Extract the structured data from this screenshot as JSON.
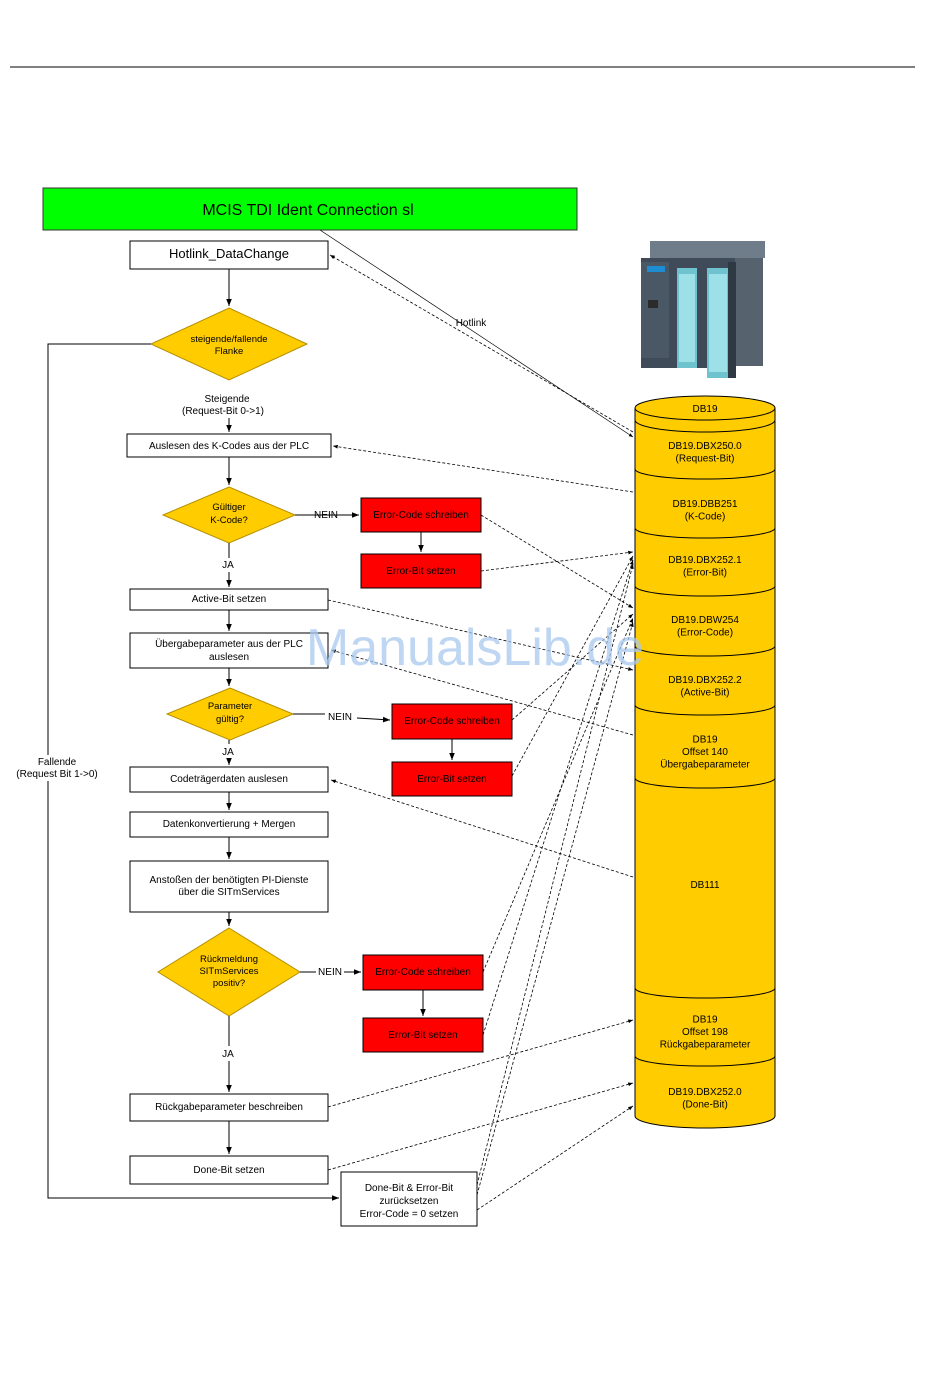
{
  "header": {
    "title": "MCIS TDI Ident Connection sl",
    "title_color": "#00ff00"
  },
  "plc": {
    "icon": "plc-device-icon"
  },
  "flow": {
    "hotlink": "Hotlink_DataChange",
    "flank_question": [
      "steigende/fallende",
      "Flanke"
    ],
    "rising_label": [
      "Steigende",
      "(Request-Bit 0->1)"
    ],
    "falling_label": [
      "Fallende",
      "(Request Bit 1->0)"
    ],
    "read_kcode": "Auslesen des K-Codes aus der PLC",
    "valid_kcode": [
      "Gültiger",
      "K-Code?"
    ],
    "nein1": "NEIN",
    "ja1": "JA",
    "error_code_1": "Error-Code schreiben",
    "error_bit_1": "Error-Bit setzen",
    "active_bit": "Active-Bit setzen",
    "read_params": [
      "Übergabeparameter aus der PLC",
      "auslesen"
    ],
    "params_valid": [
      "Parameter",
      "gültig?"
    ],
    "nein2": "NEIN",
    "ja2": "JA",
    "error_code_2": "Error-Code schreiben",
    "error_bit_2": "Error-Bit setzen",
    "read_carrier": "Codeträgerdaten auslesen",
    "convert": "Datenkonvertierung + Mergen",
    "trigger": [
      "Anstoßen der benötigten PI-Dienste",
      "über die SITmServices"
    ],
    "feedback": [
      "Rückmeldung",
      "SITmServices",
      "positiv?"
    ],
    "nein3": "NEIN",
    "ja3": "JA",
    "error_code_3": "Error-Code schreiben",
    "error_bit_3": "Error-Bit setzen",
    "write_return": "Rückgabeparameter beschreiben",
    "done_bit": "Done-Bit setzen",
    "reset": [
      "Done-Bit & Error-Bit",
      "zurücksetzen",
      "Error-Code = 0 setzen"
    ],
    "hotlink_label": "Hotlink"
  },
  "db_cylinder": {
    "color": "#ffcc00",
    "top_label": "DB19",
    "segments": [
      [
        "DB19.DBX250.0",
        "(Request-Bit)"
      ],
      [
        "DB19.DBB251",
        "(K-Code)"
      ],
      [
        "DB19.DBX252.1",
        "(Error-Bit)"
      ],
      [
        "DB19.DBW254",
        "(Error-Code)"
      ],
      [
        "DB19.DBX252.2",
        "(Active-Bit)"
      ],
      [
        "DB19",
        "Offset 140",
        "Übergabeparameter"
      ],
      [
        "DB111"
      ],
      [
        "DB19",
        "Offset 198",
        "Rückgabeparameter"
      ],
      [
        "DB19.DBX252.0",
        "(Done-Bit)"
      ]
    ]
  },
  "watermark": "ManualsLib.de"
}
